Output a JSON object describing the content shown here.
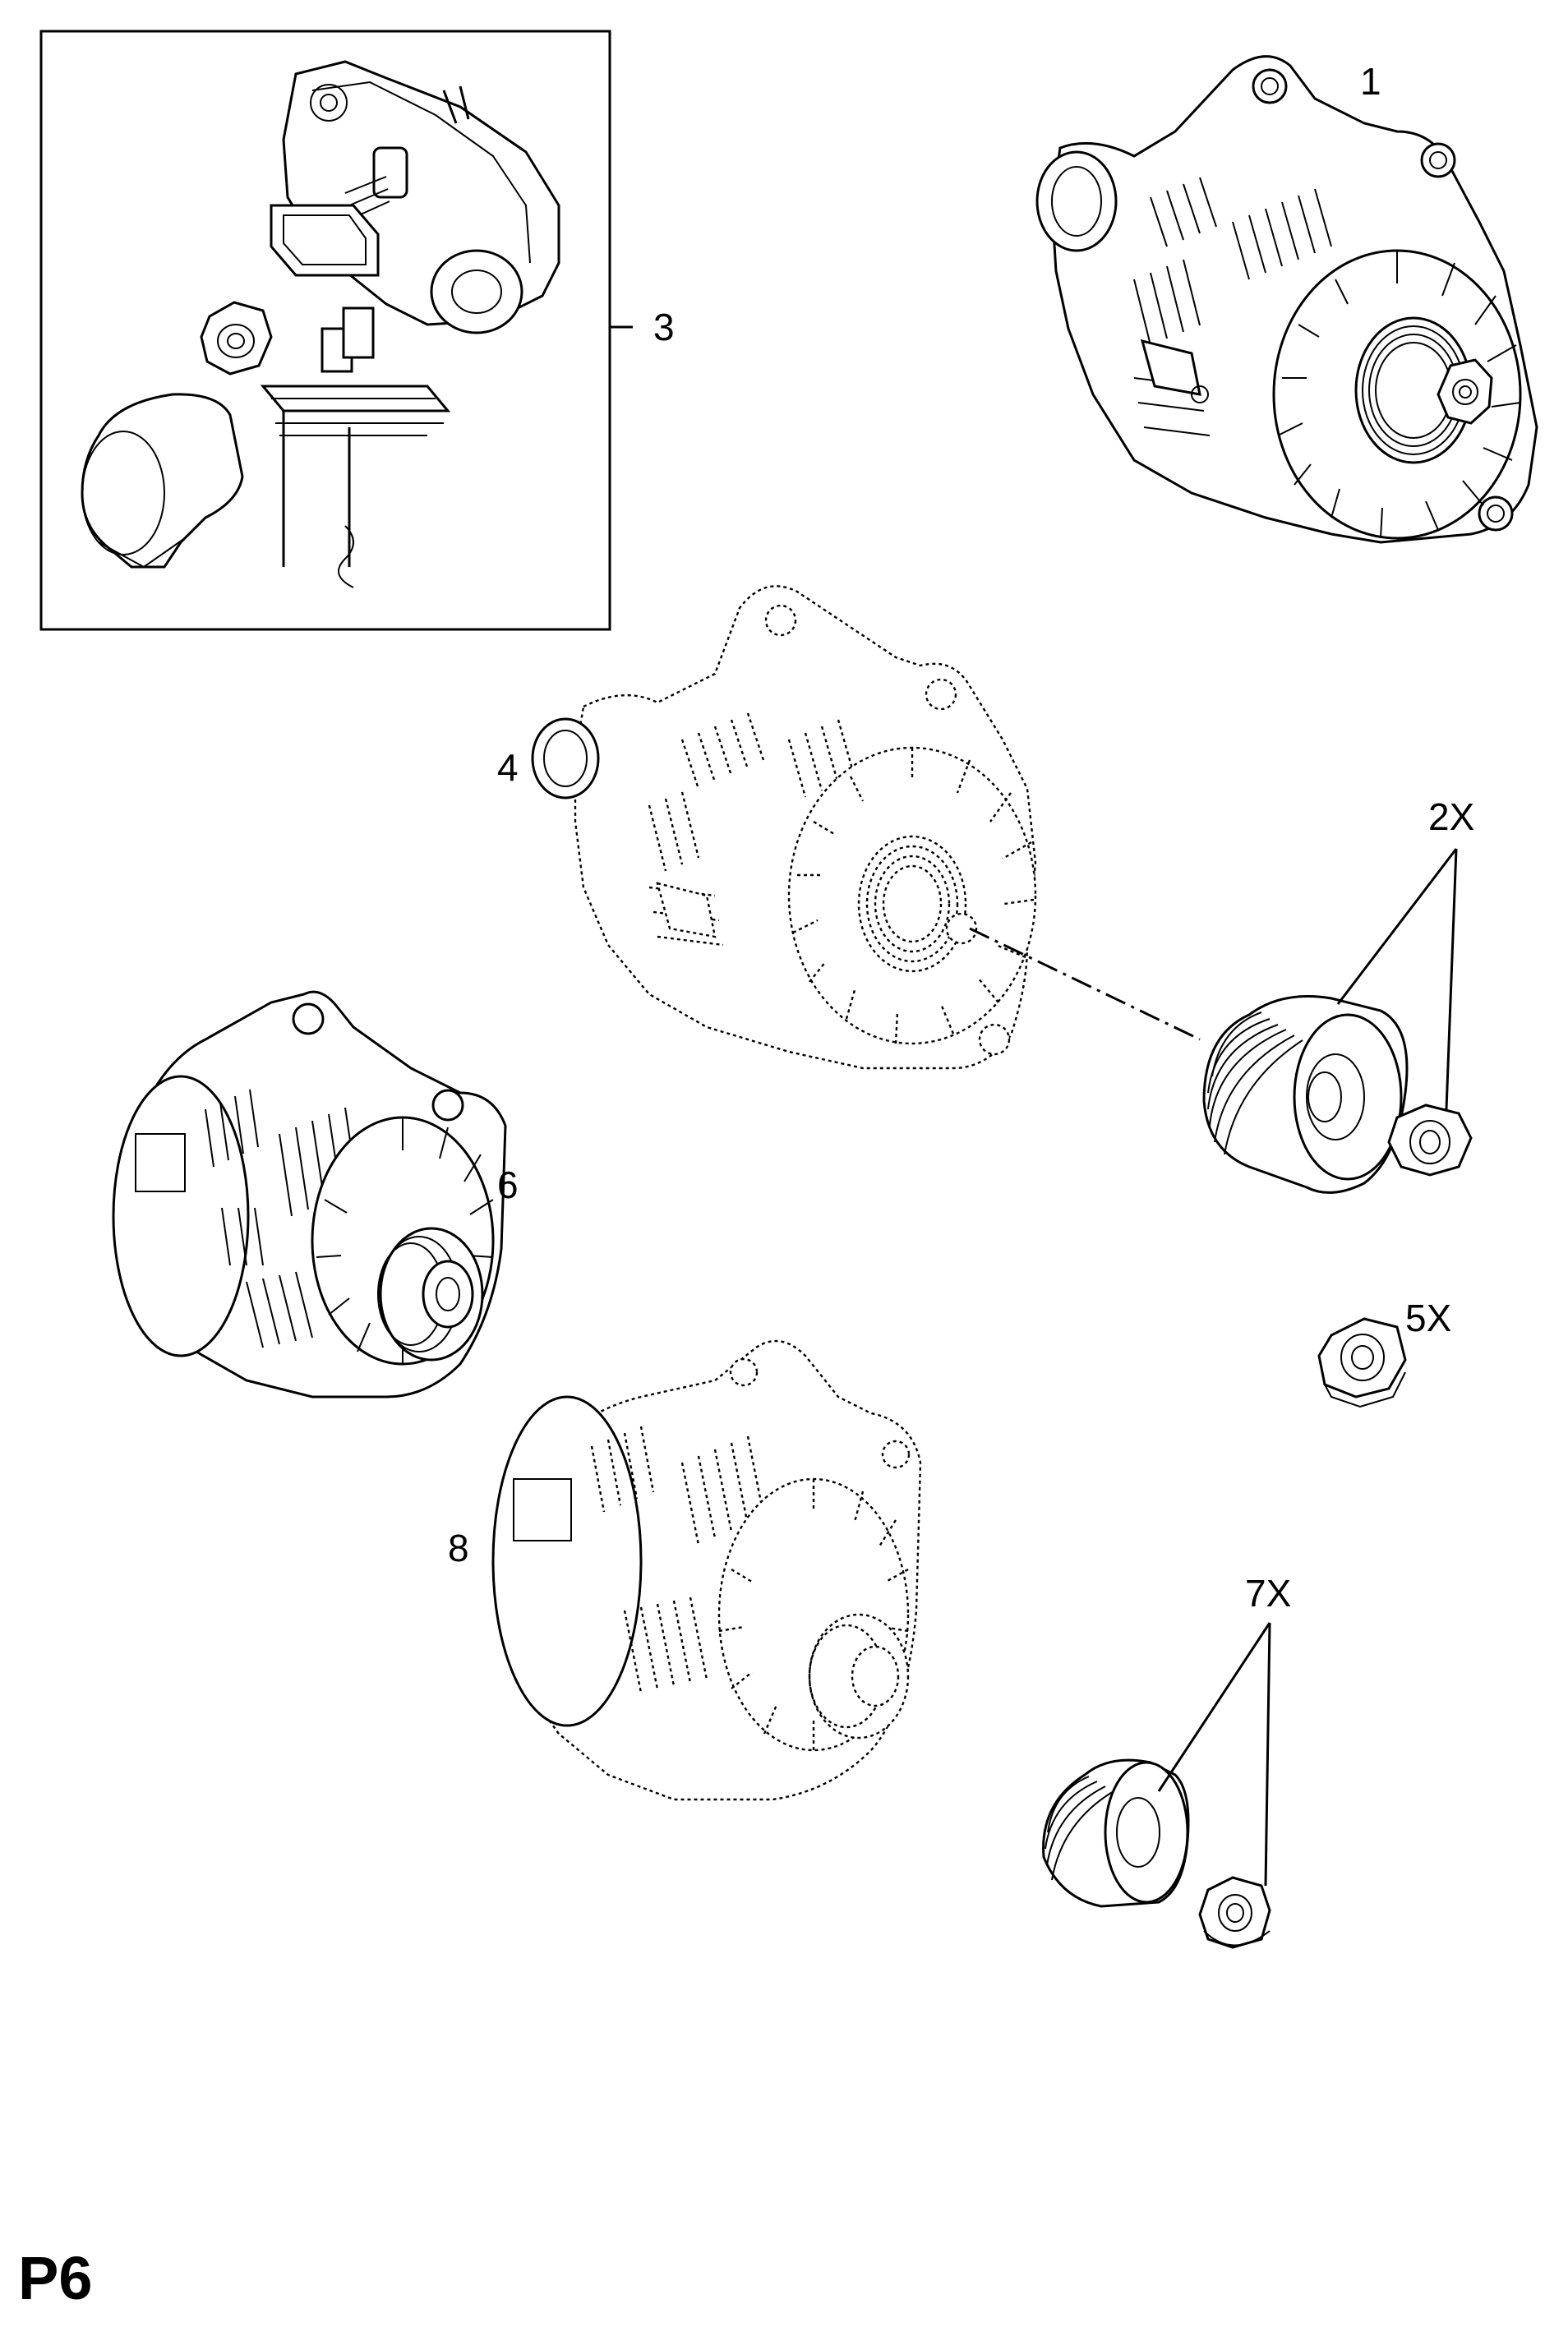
{
  "labels": {
    "part_1": "1",
    "part_2": "2X",
    "part_3": "3",
    "part_4": "4",
    "part_5": "5X",
    "part_6": "6",
    "part_7": "7X",
    "part_8": "8"
  },
  "page_code": "P6"
}
